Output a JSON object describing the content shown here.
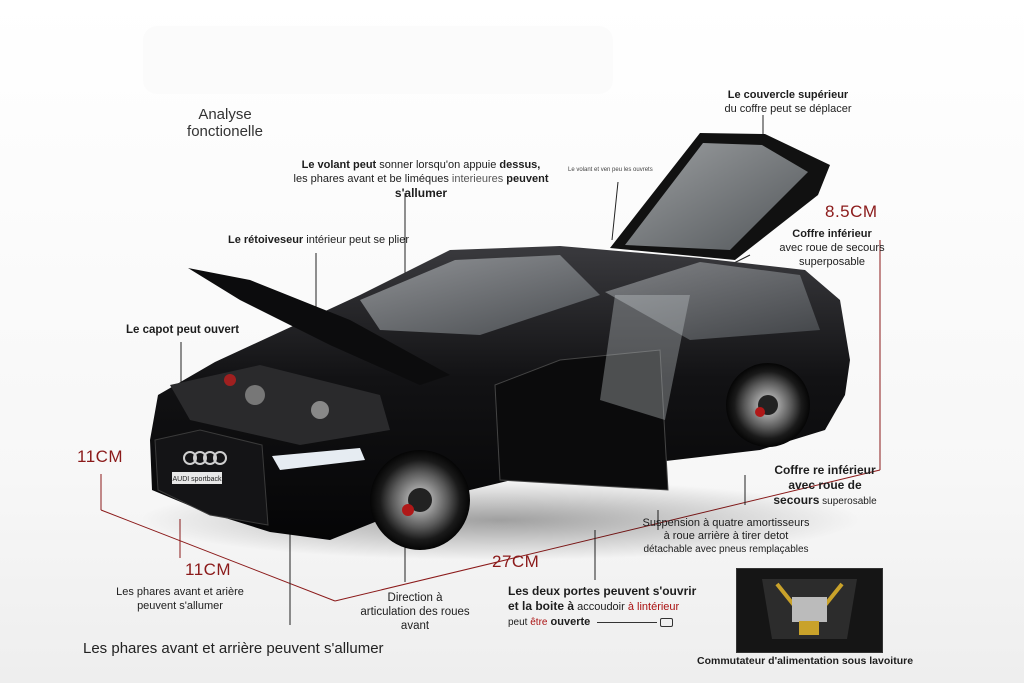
{
  "title": {
    "line1": "Analyse",
    "line2": "fonctionelle"
  },
  "labels": {
    "trunk_cover_1": "Le couvercle supérieur",
    "trunk_cover_2": "du coffre peut se déplacer",
    "wheel_1a": "Le volant peut",
    "wheel_1b": " sonner lorsqu'on appuie ",
    "wheel_1c": "dessus,",
    "wheel_2a": "les phares avant et be liméques ",
    "wheel_2b": "interieures",
    "wheel_2c": " peuvent",
    "wheel_3": "s'allumer",
    "small_note": "Le volant et ven peu les ouvrets",
    "mirror_a": "Le rétoiveseur",
    "mirror_b": " intérieur peut se plier",
    "lower_trunk_1": "Coffre inférieur",
    "lower_trunk_2": "avec roue de secours",
    "lower_trunk_3": "superposable",
    "hood": "Le capot peut ouvert",
    "lower_trunk_b_1": "Coffre re inférieur",
    "lower_trunk_b_2": "avec roue de",
    "lower_trunk_b_3a": "secours",
    "lower_trunk_b_3b": " superosable",
    "suspension_1": "Suspension à quatre amortisseurs",
    "suspension_2": "à roue arrière à tirer detot",
    "suspension_3": "détachable avec pneus remplaçables",
    "lights_small_1": "Les phares avant et arière",
    "lights_small_2": "peuvent s'allumer",
    "direction_1": "Direction à",
    "direction_2": "articulation des roues",
    "direction_3": "avant",
    "doors_1": "Les deux portes peuvent s'ouvrir",
    "doors_2a": "et la boite à",
    "doors_2b": " accoudoir ",
    "doors_2c": "à lintérieur",
    "doors_3a": "peut ",
    "doors_3b": "être",
    "doors_3c": " ouverte",
    "lights_big": "Les phares avant et arrière peuvent s'allumer",
    "switch": "Commutateur d'alimentation sous lavoiture"
  },
  "dimensions": {
    "height_rear": "8.5CM",
    "height_front": "11CM",
    "width": "11CM",
    "length": "27CM"
  },
  "car_badge": "AUDI sportback",
  "colors": {
    "dimension": "#8b1a1a",
    "body": "#0e0e10",
    "label": "#1d1d1d"
  }
}
